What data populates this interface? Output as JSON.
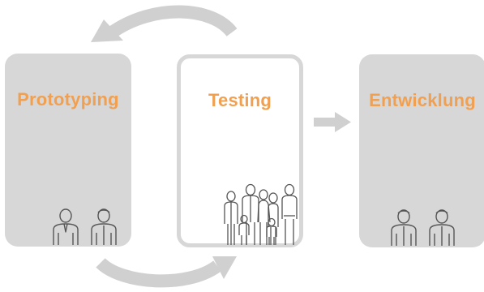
{
  "stages": [
    {
      "title": "Prototyping"
    },
    {
      "title": "Testing"
    },
    {
      "title": "Entwicklung"
    }
  ],
  "colors": {
    "box_fill": "#d7d7d7",
    "title": "#f0a050",
    "arrow": "#d0d0d0",
    "figure_stroke": "#555555"
  },
  "icons": {
    "prototyping": "two-people-icon",
    "testing": "group-of-people-icon",
    "entwicklung": "two-people-icon",
    "cycle_top": "curved-arrow-left-icon",
    "cycle_bottom": "curved-arrow-right-icon",
    "forward": "arrow-right-icon"
  }
}
